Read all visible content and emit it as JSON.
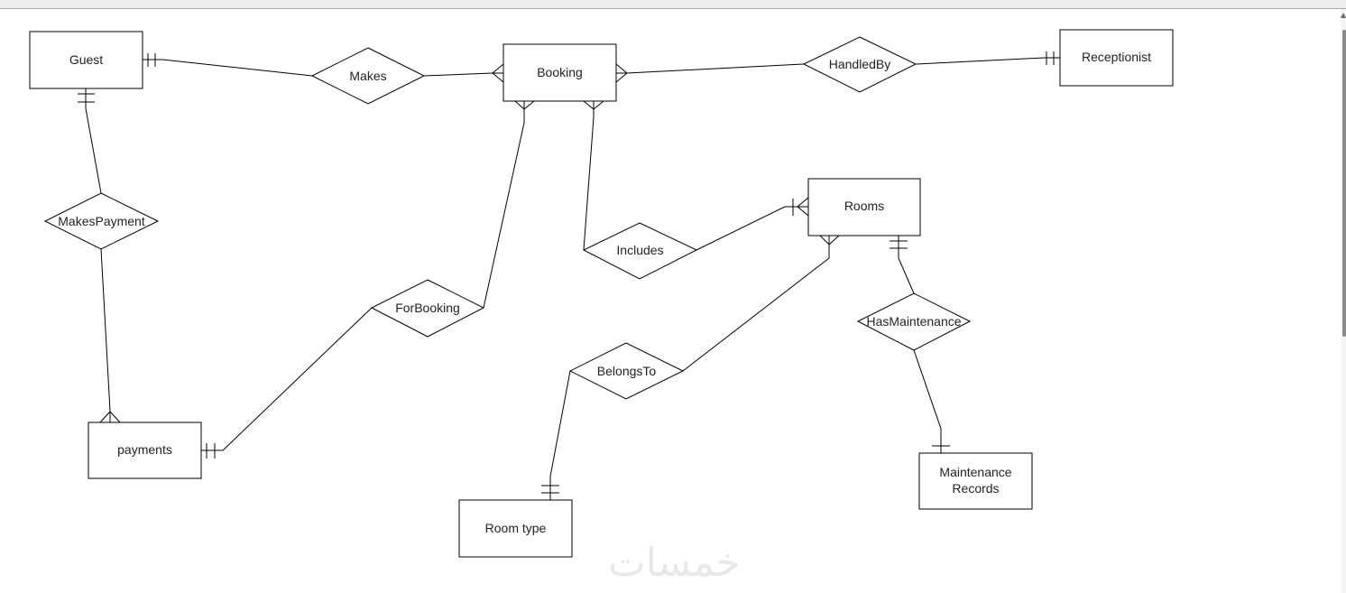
{
  "diagram": {
    "type": "er-diagram",
    "entities": {
      "guest": "Guest",
      "booking": "Booking",
      "receptionist": "Receptionist",
      "rooms": "Rooms",
      "payments": "payments",
      "room_type": "Room type",
      "maintenance_line1": "Maintenance",
      "maintenance_line2": "Records"
    },
    "relationships": {
      "makes": "Makes",
      "handled_by": "HandledBy",
      "makes_payment": "MakesPayment",
      "for_booking": "ForBooking",
      "includes": "Includes",
      "belongs_to": "BelongsTo",
      "has_maintenance": "HasMaintenance"
    },
    "connections": [
      {
        "from": "Guest",
        "via": "Makes",
        "to": "Booking",
        "from_cardinality": "one-and-only-one",
        "to_cardinality": "many"
      },
      {
        "from": "Booking",
        "via": "HandledBy",
        "to": "Receptionist",
        "from_cardinality": "many",
        "to_cardinality": "one-and-only-one"
      },
      {
        "from": "Guest",
        "via": "MakesPayment",
        "to": "payments",
        "from_cardinality": "one-and-only-one",
        "to_cardinality": "many"
      },
      {
        "from": "payments",
        "via": "ForBooking",
        "to": "Booking",
        "from_cardinality": "one-and-only-one",
        "to_cardinality": "many"
      },
      {
        "from": "Booking",
        "via": "Includes",
        "to": "Rooms",
        "from_cardinality": "many",
        "to_cardinality": "one-or-many"
      },
      {
        "from": "Rooms",
        "via": "BelongsTo",
        "to": "Room type",
        "from_cardinality": "many",
        "to_cardinality": "one-and-only-one"
      },
      {
        "from": "Rooms",
        "via": "HasMaintenance",
        "to": "Maintenance Records",
        "from_cardinality": "one-and-only-one",
        "to_cardinality": "one"
      }
    ]
  },
  "watermark": {
    "text": "خمسات"
  }
}
